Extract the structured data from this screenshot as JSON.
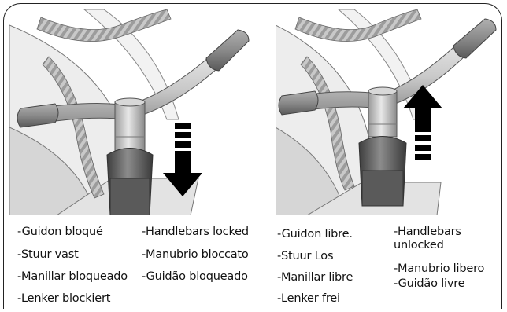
{
  "left_panel": {
    "labels": [
      "-Guidon bloqué",
      "-Stuur vast",
      "-Manillar bloqueado",
      "-Lenker blockiert",
      "-Handlebars locked",
      "-Manubrio bloccato",
      "-Guidão bloqueado"
    ],
    "arrow_direction": "down"
  },
  "right_panel": {
    "labels": [
      "-Guidon libre.",
      "-Stuur Los",
      "-Manillar libre",
      "-Lenker frei",
      "-Handlebars unlocked",
      "-Manubrio libero",
      "-Guidão livre"
    ],
    "arrow_direction": "up"
  },
  "colors": {
    "line": "#222222",
    "metal": "#bdbdbd",
    "dark_metal": "#6f6f6f",
    "arrow": "#000000"
  }
}
